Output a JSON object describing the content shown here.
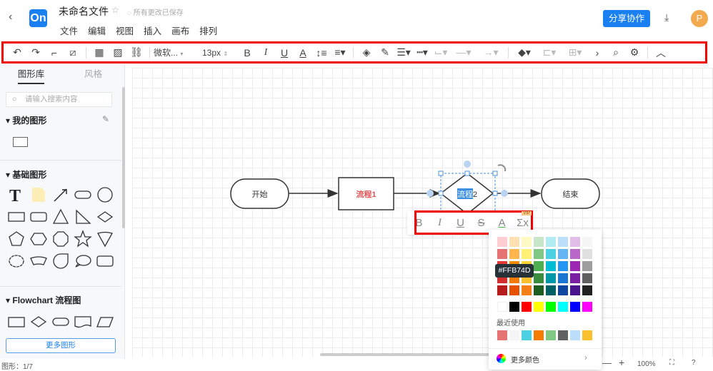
{
  "header": {
    "title": "未命名文件",
    "save_status": "所有更改已保存",
    "logo": "On",
    "menu": [
      "文件",
      "编辑",
      "视图",
      "插入",
      "画布",
      "排列"
    ],
    "share_label": "分享协作",
    "avatar": "P"
  },
  "toolbar": {
    "font": "微软...",
    "font_size": "13px",
    "icons": [
      "undo-icon",
      "redo-icon",
      "format-painter-icon",
      "clear-format-icon",
      "grid-icon",
      "image-icon",
      "link-icon",
      "bold-icon",
      "italic-icon",
      "underline-icon",
      "font-color-icon",
      "line-height-icon",
      "align-icon",
      "fill-icon",
      "line-color-icon",
      "line-width-icon",
      "line-style-icon",
      "connector-icon",
      "line-type-icon",
      "arrow-icon",
      "layer-icon",
      "align-shapes-icon",
      "distribute-icon",
      "more-icon",
      "find-icon",
      "settings-icon",
      "collapse-icon"
    ]
  },
  "sidebar": {
    "tabs": [
      "图形库",
      "风格"
    ],
    "search_placeholder": "请输入搜索内容",
    "sections": {
      "mine": "我的图形",
      "basic": "基础图形",
      "flowchart": "Flowchart 流程图"
    },
    "more_shapes": "更多图形"
  },
  "diagram": {
    "start": "开始",
    "process1": "流程1",
    "decision_selected": "流程",
    "decision_rest": "2",
    "end": "结束",
    "process1_color": "#E05555"
  },
  "text_toolbar": {
    "vip_badge": "VIP"
  },
  "color_picker": {
    "tooltip": "#FFB74D",
    "grid": [
      [
        "#FFCDD2",
        "#FFE0B2",
        "#FFF9C4",
        "#C8E6C9",
        "#B2EBF2",
        "#BBDEFB",
        "#E1BEE7",
        "#F5F5F5"
      ],
      [
        "#E57373",
        "#FFB74D",
        "#FFF176",
        "#81C784",
        "#4DD0E1",
        "#64B5F6",
        "#BA68C8",
        "#E0E0E0"
      ],
      [
        "#E53935",
        "#FB8C00",
        "#FDD835",
        "#4CAF50",
        "#00BCD4",
        "#2196F3",
        "#9C27B0",
        "#9E9E9E"
      ],
      [
        "#D32F2F",
        "#F57C00",
        "#FBC02D",
        "#388E3C",
        "#0097A7",
        "#1976D2",
        "#7B1FA2",
        "#616161"
      ],
      [
        "#B71C1C",
        "#E65100",
        "#F57F17",
        "#1B5E20",
        "#006064",
        "#0D47A1",
        "#4A148C",
        "#212121"
      ]
    ],
    "basic": [
      "#FFFFFF",
      "#000000",
      "#FF0000",
      "#FFFF00",
      "#00FF00",
      "#00FFFF",
      "#0000FF",
      "#FF00FF"
    ],
    "recent_label": "最近使用",
    "recent": [
      "#E57373",
      "#F5F5F5",
      "#4DD0E1",
      "#F57C00",
      "#81C784",
      "#616161",
      "#BBDEFB",
      "#FBC02D"
    ],
    "more_colors": "更多颜色"
  },
  "status": {
    "shapes": "图形：1/7",
    "zoom": "100%"
  }
}
